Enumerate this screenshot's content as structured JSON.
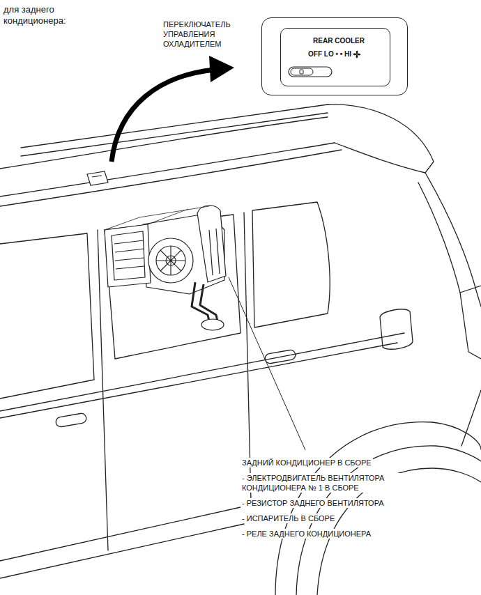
{
  "diagram": {
    "title": "для заднего кондиционера:",
    "nodes": [
      {
        "text": [
          "REAR COOLER",
          "OFF LO • • HI"
        ]
      }
    ],
    "labels": [
      "ПЕРЕКЛЮЧАТЕЛЬ УПРАВЛЕНИЯ ОХЛАДИТЕЛЕМ",
      "ЗАДНИЙ КОНДИЦИОНЕР В СБОРЕ",
      "- ЭЛЕКТРОДВИГАТЕЛЬ ВЕНТИЛЯТОРА КОНДИЦИОНЕРА № 1 В СБОРЕ",
      "- РЕЗИСТОР ЗАДНЕГО ВЕНТИЛЯТОРА",
      "- ИСПАРИТЕЛЬ В СБОРЕ",
      "- РЕЛЕ ЗАДНЕГО КОНДИЦИОНЕРА"
    ]
  }
}
